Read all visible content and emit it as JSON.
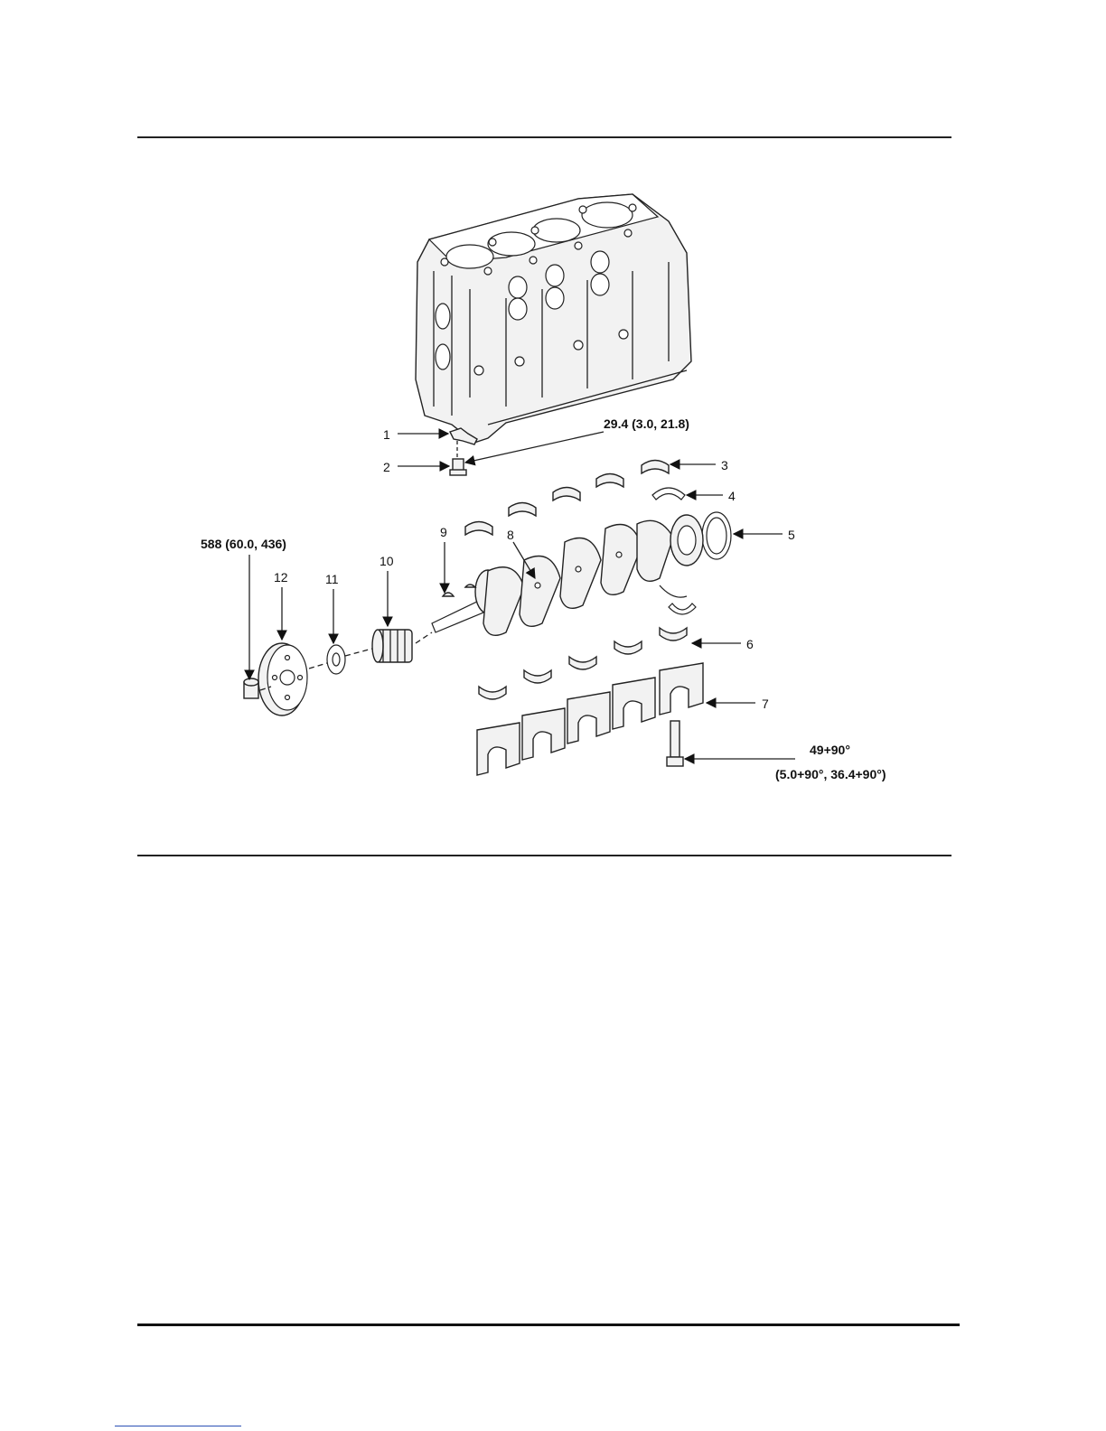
{
  "callouts": [
    {
      "num": "1",
      "name": "callout-1"
    },
    {
      "num": "2",
      "name": "callout-2"
    },
    {
      "num": "3",
      "name": "callout-3"
    },
    {
      "num": "4",
      "name": "callout-4"
    },
    {
      "num": "5",
      "name": "callout-5"
    },
    {
      "num": "6",
      "name": "callout-6"
    },
    {
      "num": "7",
      "name": "callout-7"
    },
    {
      "num": "8",
      "name": "callout-8"
    },
    {
      "num": "9",
      "name": "callout-9"
    },
    {
      "num": "10",
      "name": "callout-10"
    },
    {
      "num": "11",
      "name": "callout-11"
    },
    {
      "num": "12",
      "name": "callout-12"
    }
  ],
  "torques": {
    "oil_jet_bolt": "29.4 (3.0, 21.8)",
    "pulley_bolt": "588 (60.0, 436)",
    "main_cap_bolt_line1": "49+90°",
    "main_cap_bolt_line2": "(5.0+90°, 36.4+90°)"
  }
}
